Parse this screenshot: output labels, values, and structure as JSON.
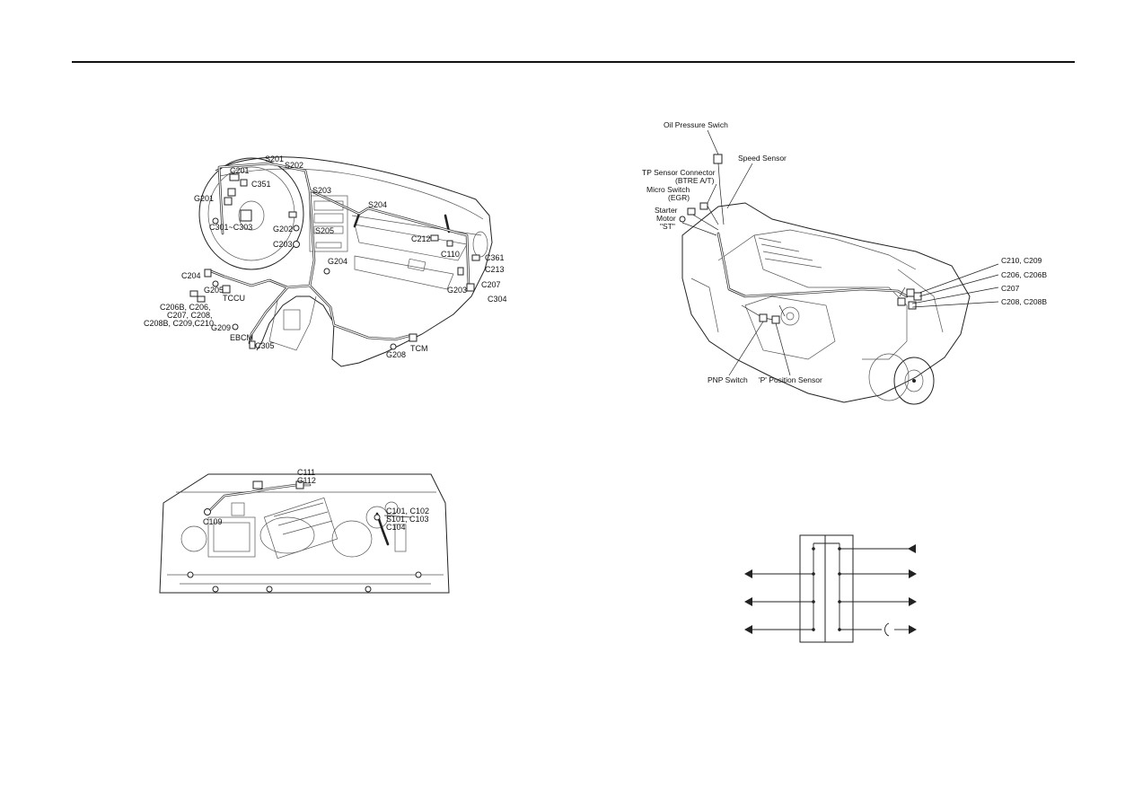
{
  "dashboard_labels": {
    "s201": "S201",
    "s202": "S202",
    "s203": "S203",
    "s204": "S204",
    "s205": "S205",
    "c201": "C201",
    "c351": "C351",
    "g201": "G201",
    "c301_c303": "C301~C303",
    "g202": "G202",
    "c203": "C203",
    "g204": "G204",
    "c212": "C212",
    "c110": "C110",
    "c361": "C361",
    "c213": "C213",
    "c207": "C207",
    "g203": "G203",
    "c304": "C304",
    "c204": "C204",
    "g205": "G205",
    "tccu": "TCCU",
    "c206b_list_1": "C206B, C206,",
    "c206b_list_2": "C207, C208,",
    "c206b_list_3": "C208B, C209,C210",
    "g209": "G209",
    "ebcm": "EBCM",
    "c305": "C305",
    "g208": "G208",
    "tcm": "TCM"
  },
  "engine_bay_labels": {
    "c111": "C111",
    "c112": "C112",
    "c109": "C109",
    "c101_c102": "C101, C102",
    "s101_c103": "S101, C103",
    "c104": "C104"
  },
  "transmission_labels": {
    "oil_pressure": "Oil Pressure Swich",
    "speed_sensor": "Speed Sensor",
    "tp_sensor_1": "TP Sensor Connector",
    "tp_sensor_2": "(BTRE A/T)",
    "micro_switch_1": "Micro Switch",
    "micro_switch_2": "(EGR)",
    "starter_1": "Starter",
    "starter_2": "Motor",
    "starter_3": "\"ST\"",
    "c210_c209": "C210, C209",
    "c206_c206b": "C206, C206B",
    "c207": "C207",
    "c208_c208b": "C208, C208B",
    "pnp_switch": "PNP Switch",
    "p_position": "'P' Position Sensor"
  }
}
